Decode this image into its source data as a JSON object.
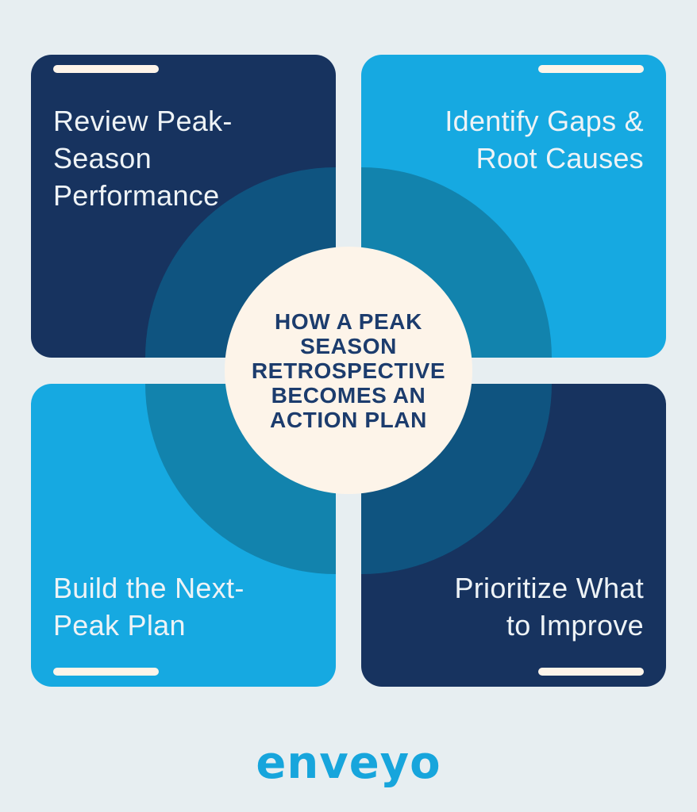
{
  "palette": {
    "bg": "#e7eef1",
    "navy": "#17335f",
    "lightblue": "#16a9e1",
    "teal-on-navy": "#0f5480",
    "teal-on-blue": "#1283ad",
    "cream": "#fdf4e9",
    "card-text": "#eef3f6",
    "center-text": "#1c3c6d",
    "logo-blue": "#17a5dc"
  },
  "center": {
    "title": "HOW A PEAK SEASON RETROSPECTIVE BECOMES AN ACTION PLAN",
    "lines": [
      "HOW A PEAK",
      "SEASON",
      "RETROSPECTIVE",
      "BECOMES AN",
      "ACTION PLAN"
    ]
  },
  "cards": [
    {
      "id": "review-peak-season-performance",
      "title": "Review Peak-Season Performance",
      "lines": [
        "Review Peak-",
        "Season",
        "Performance"
      ],
      "position": "top-left"
    },
    {
      "id": "identify-gaps-root-causes",
      "title": "Identify Gaps & Root Causes",
      "lines": [
        "Identify Gaps &",
        "Root Causes"
      ],
      "position": "top-right"
    },
    {
      "id": "build-next-peak-plan",
      "title": "Build the Next-Peak Plan",
      "lines": [
        "Build the Next-",
        "Peak Plan"
      ],
      "position": "bottom-left"
    },
    {
      "id": "prioritize-what-to-improve",
      "title": "Prioritize What to Improve",
      "lines": [
        "Prioritize What",
        "to Improve"
      ],
      "position": "bottom-right"
    }
  ],
  "logo": {
    "text": "enveyo"
  }
}
